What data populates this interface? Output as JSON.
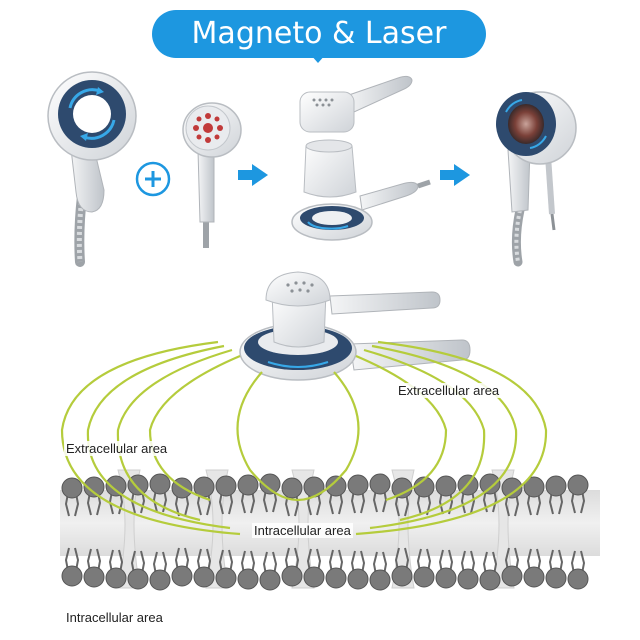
{
  "title": "Magneto & Laser",
  "labels": {
    "extracellular_right": "Extracellular area",
    "extracellular_left": "Extracellular area",
    "intracellular_middle": "Intracellular area",
    "intracellular_bottom": "Intracellular area"
  },
  "colors": {
    "accent": "#1d97e0",
    "field_lines": "#b5cc3c",
    "navy_ring": "#2e4a6e",
    "membrane_gray": "#7a7a7a"
  },
  "icons": {
    "plus": "plus-circle-icon",
    "arrow": "arrow-right-icon"
  }
}
